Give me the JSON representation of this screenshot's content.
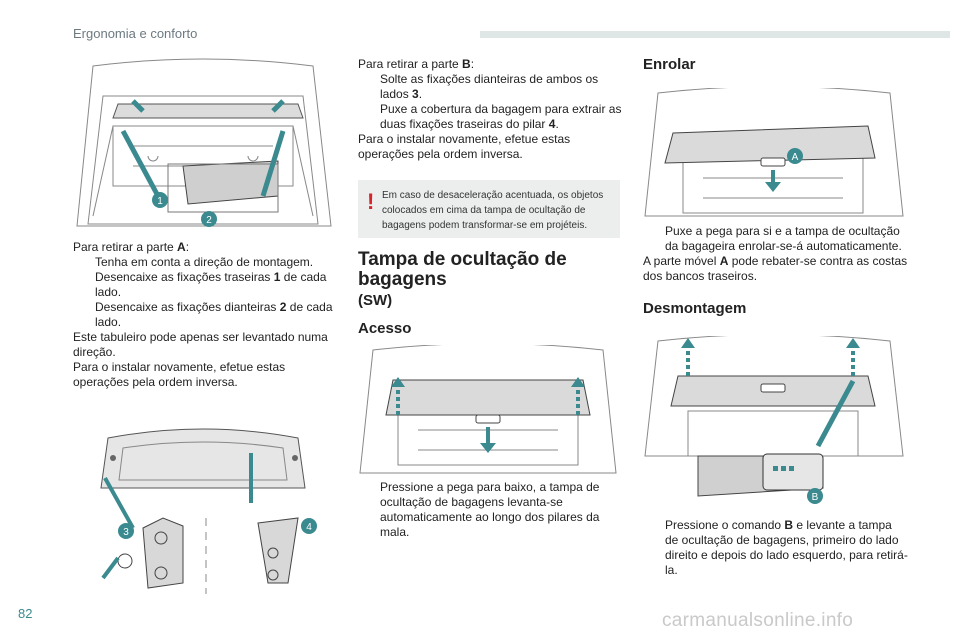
{
  "header": {
    "title": "Ergonomia e conforto"
  },
  "page_number": "82",
  "watermark": "carmanualsonline.info",
  "col1": {
    "fig1_labels": [
      "1",
      "2"
    ],
    "fig2_labels": [
      "3",
      "4"
    ],
    "intro_a": "Para retirar a parte ",
    "intro_a_bold": "A",
    "intro_a_end": ":",
    "b1": "Tenha em conta a direção de montagem.",
    "b2_pre": "Desencaixe as fixações traseiras ",
    "b2_bold": "1",
    "b2_post": " de cada lado.",
    "b3_pre": "Desencaixe as fixações dianteiras ",
    "b3_bold": "2",
    "b3_post": " de cada lado.",
    "p1": "Este tabuleiro pode apenas ser levantado numa direção.",
    "p2": "Para o instalar novamente, efetue estas operações pela ordem inversa."
  },
  "col2": {
    "intro_b": "Para retirar a parte ",
    "intro_b_bold": "B",
    "intro_b_end": ":",
    "b1_pre": "Solte as fixações dianteiras de ambos os lados ",
    "b1_bold": "3",
    "b1_post": ".",
    "b2_pre": "Puxe a cobertura da bagagem para extrair as duas fixações traseiras do pilar ",
    "b2_bold": "4",
    "b2_post": ".",
    "p1": "Para o instalar novamente, efetue estas operações pela ordem inversa.",
    "warning": "Em caso de desaceleração acentuada, os objetos colocados em cima da tampa de ocultação de bagagens podem transformar-se em projéteis.",
    "section_title_1": "Tampa de ocultação de",
    "section_title_2": "bagagens",
    "section_sub": "(SW)",
    "acesso": "Acesso",
    "acesso_b1": "Pressione a pega para baixo, a tampa de ocultação de bagagens levanta-se automaticamente ao longo dos pilares da mala."
  },
  "col3": {
    "enrolar": "Enrolar",
    "fig_a_label": "A",
    "b1": "Puxe a pega para si e a tampa de ocultação da bagageira enrolar-se-á automaticamente.",
    "p1_pre": "A parte móvel ",
    "p1_bold": "A",
    "p1_post": " pode rebater-se contra as costas dos bancos traseiros.",
    "desmontagem": "Desmontagem",
    "fig_b_label": "B",
    "b2_pre": "Pressione o comando ",
    "b2_bold": "B",
    "b2_post": " e levante a tampa de ocultação de bagagens, primeiro do lado direito e depois do lado esquerdo, para retirá-la."
  },
  "colors": {
    "teal": "#3a8a8f",
    "warning_red": "#d8232a",
    "warning_bg": "#eceeee",
    "header_bar": "#dfe6e6"
  },
  "bullet_marker": ""
}
